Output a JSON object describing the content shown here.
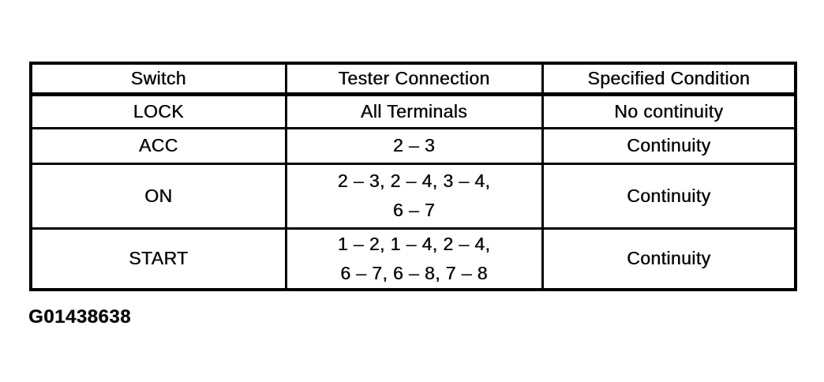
{
  "figure_label": "G01438638",
  "table": {
    "headers": [
      "Switch",
      "Tester Connection",
      "Specified Condition"
    ],
    "rows": [
      {
        "switch": "LOCK",
        "tester_connection_lines": [
          "All Terminals"
        ],
        "specified_condition": "No continuity"
      },
      {
        "switch": "ACC",
        "tester_connection_lines": [
          "2 – 3"
        ],
        "specified_condition": "Continuity"
      },
      {
        "switch": "ON",
        "tester_connection_lines": [
          "2 – 3, 2 – 4, 3 – 4,",
          "6 – 7"
        ],
        "specified_condition": "Continuity"
      },
      {
        "switch": "START",
        "tester_connection_lines": [
          "1 – 2, 1 – 4, 2 – 4,",
          "6 – 7, 6 – 8, 7 – 8"
        ],
        "specified_condition": "Continuity"
      }
    ]
  },
  "colors": {
    "background": "#ffffff",
    "text": "#0a0a0a",
    "border": "#000000"
  }
}
